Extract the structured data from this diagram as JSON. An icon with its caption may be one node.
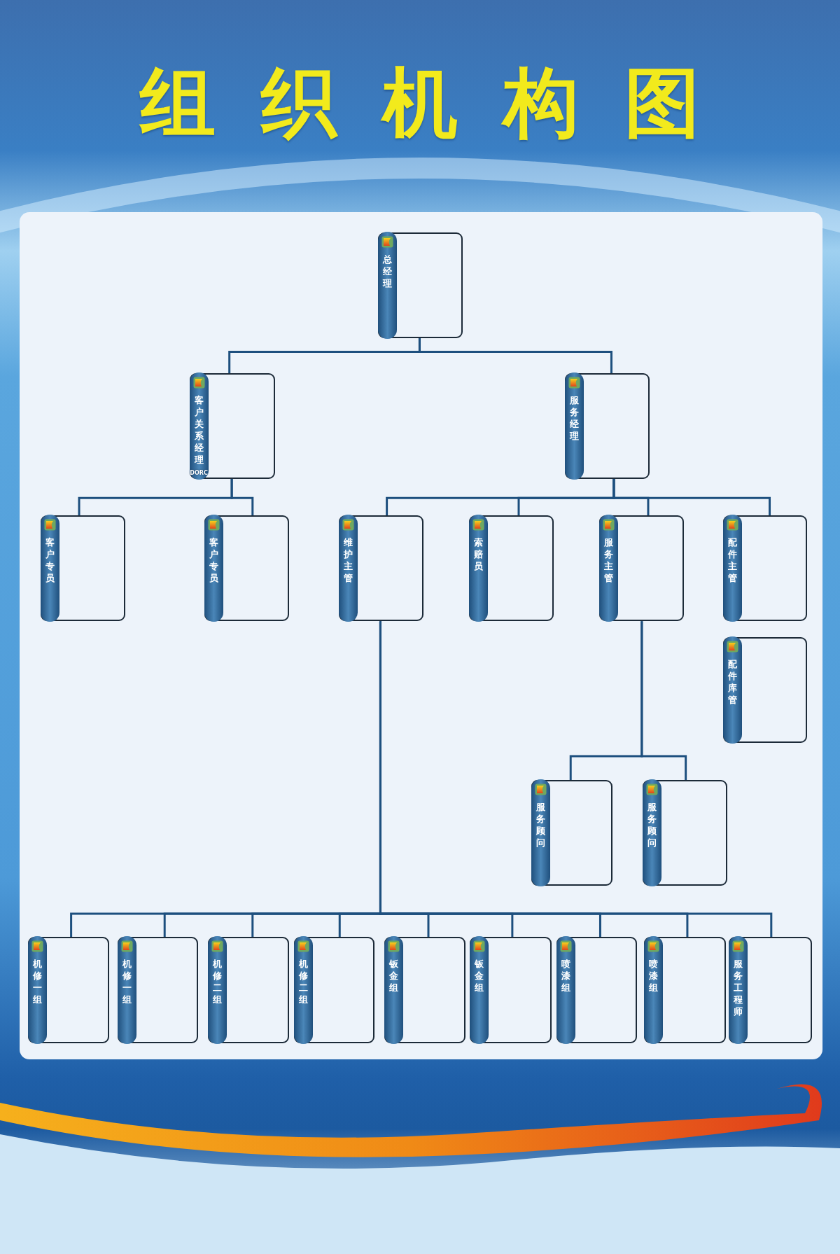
{
  "diagram": {
    "title": "组织机构图",
    "nodes": [
      {
        "text": [
          "总经理"
        ]
      },
      {
        "text": [
          "客户关系经理",
          "DORC"
        ]
      },
      {
        "text": [
          "服务经理"
        ]
      },
      {
        "text": [
          "客户专员"
        ]
      },
      {
        "text": [
          "客户专员"
        ]
      },
      {
        "text": [
          "维护主管"
        ]
      },
      {
        "text": [
          "索赔员"
        ]
      },
      {
        "text": [
          "服务主管"
        ]
      },
      {
        "text": [
          "配件主管"
        ]
      },
      {
        "text": [
          "配件库管"
        ]
      },
      {
        "text": [
          "服务顾问"
        ]
      },
      {
        "text": [
          "服务顾问"
        ]
      },
      {
        "text": [
          "机修一组"
        ]
      },
      {
        "text": [
          "机修一组"
        ]
      },
      {
        "text": [
          "机修二组"
        ]
      },
      {
        "text": [
          "机修二组"
        ]
      },
      {
        "text": [
          "钣金组"
        ]
      },
      {
        "text": [
          "钣金组"
        ]
      },
      {
        "text": [
          "喷漆组"
        ]
      },
      {
        "text": [
          "喷漆组"
        ]
      },
      {
        "text": [
          "服务工程师"
        ]
      }
    ],
    "edges": [
      {
        "from": 0,
        "to": 1,
        "arrow": "none"
      },
      {
        "from": 0,
        "to": 2,
        "arrow": "none"
      },
      {
        "from": 1,
        "to": 3,
        "arrow": "none"
      },
      {
        "from": 1,
        "to": 4,
        "arrow": "none"
      },
      {
        "from": 2,
        "to": 5,
        "arrow": "none"
      },
      {
        "from": 2,
        "to": 6,
        "arrow": "none"
      },
      {
        "from": 2,
        "to": 7,
        "arrow": "none"
      },
      {
        "from": 2,
        "to": 8,
        "arrow": "none"
      },
      {
        "from": 7,
        "to": 10,
        "arrow": "none"
      },
      {
        "from": 7,
        "to": 11,
        "arrow": "none"
      },
      {
        "from": 5,
        "to": 12,
        "arrow": "none"
      },
      {
        "from": 5,
        "to": 13,
        "arrow": "none"
      },
      {
        "from": 5,
        "to": 14,
        "arrow": "none"
      },
      {
        "from": 5,
        "to": 15,
        "arrow": "none"
      },
      {
        "from": 5,
        "to": 16,
        "arrow": "none"
      },
      {
        "from": 5,
        "to": 17,
        "arrow": "none"
      },
      {
        "from": 5,
        "to": 18,
        "arrow": "none"
      },
      {
        "from": 5,
        "to": 19,
        "arrow": "none"
      },
      {
        "from": 5,
        "to": 20,
        "arrow": "none"
      }
    ]
  }
}
